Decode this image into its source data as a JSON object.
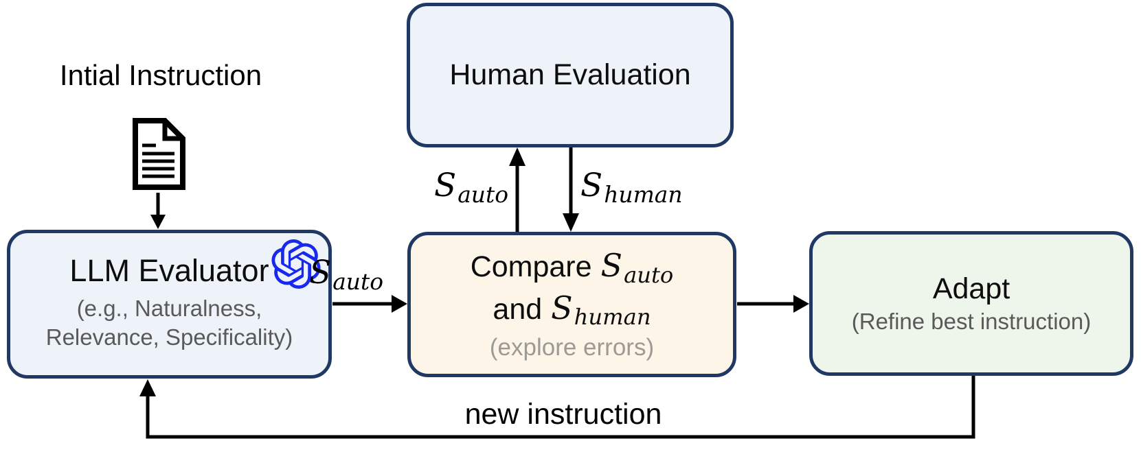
{
  "figure": {
    "type": "flow-diagram"
  },
  "labels": {
    "initial_instruction": "Intial Instruction",
    "new_instruction": "new instruction"
  },
  "math_symbols": {
    "s_auto": {
      "base": "S",
      "sub": "auto"
    },
    "s_human": {
      "base": "S",
      "sub": "human"
    }
  },
  "boxes": {
    "human_eval": {
      "title": "Human Evaluation"
    },
    "llm_evaluator": {
      "title": "LLM Evaluator",
      "subtitle_line1": "(e.g., Naturalness,",
      "subtitle_line2": "Relevance, Specificality)"
    },
    "compare": {
      "line1_prefix": "Compare",
      "line2_prefix": "and",
      "note": "(explore errors)"
    },
    "adapt": {
      "title": "Adapt",
      "subtitle": "(Refine best instruction)"
    }
  },
  "icons": {
    "openai_logo": "openai-logo",
    "document": "document-icon"
  },
  "colors": {
    "border_navy": "#1f3864",
    "light_blue_fill": "#edf3f9",
    "cream_fill": "#fdf6e8",
    "light_green_fill": "#eef5ea",
    "openai_blue": "#1828ee",
    "subtitle_gray": "#595959",
    "note_gray": "#9c9a94",
    "arrow_black": "#000000"
  }
}
